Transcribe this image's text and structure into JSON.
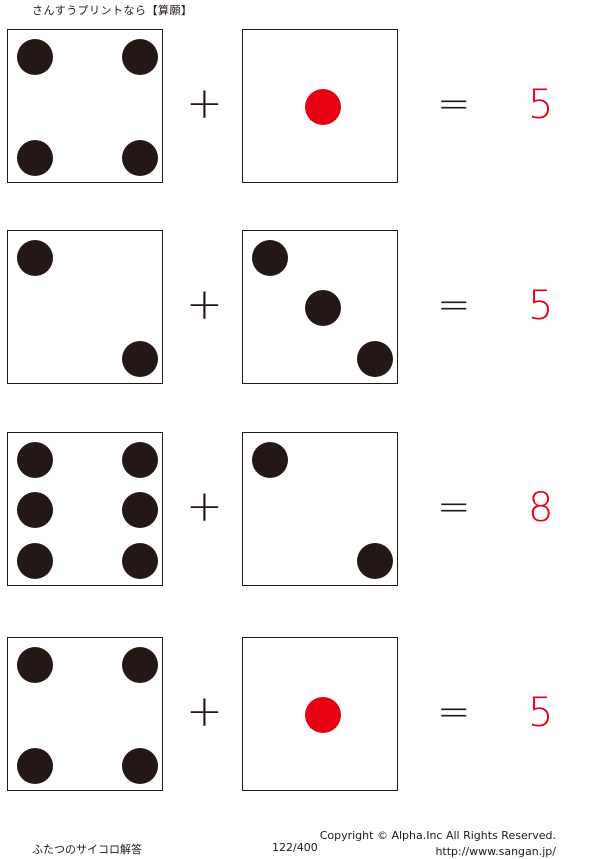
{
  "header": {
    "title": "さんすうプリントなら【算願】"
  },
  "colors": {
    "pip": "#231815",
    "red_pip": "#e60012",
    "answer": "#e60012"
  },
  "problems": [
    {
      "left_pips": 4,
      "right_pips": 1,
      "plus": "+",
      "equals": "=",
      "answer": "5"
    },
    {
      "left_pips": 2,
      "right_pips": 3,
      "plus": "+",
      "equals": "=",
      "answer": "5"
    },
    {
      "left_pips": 6,
      "right_pips": 2,
      "plus": "+",
      "equals": "=",
      "answer": "8"
    },
    {
      "left_pips": 4,
      "right_pips": 1,
      "plus": "+",
      "equals": "=",
      "answer": "5"
    }
  ],
  "footer": {
    "title": "ふたつのサイコロ解答",
    "page": "122/400",
    "copyright": "Copyright ©  Alpha.Inc All Rights Reserved.",
    "url": "http://www.sangan.jp/"
  }
}
